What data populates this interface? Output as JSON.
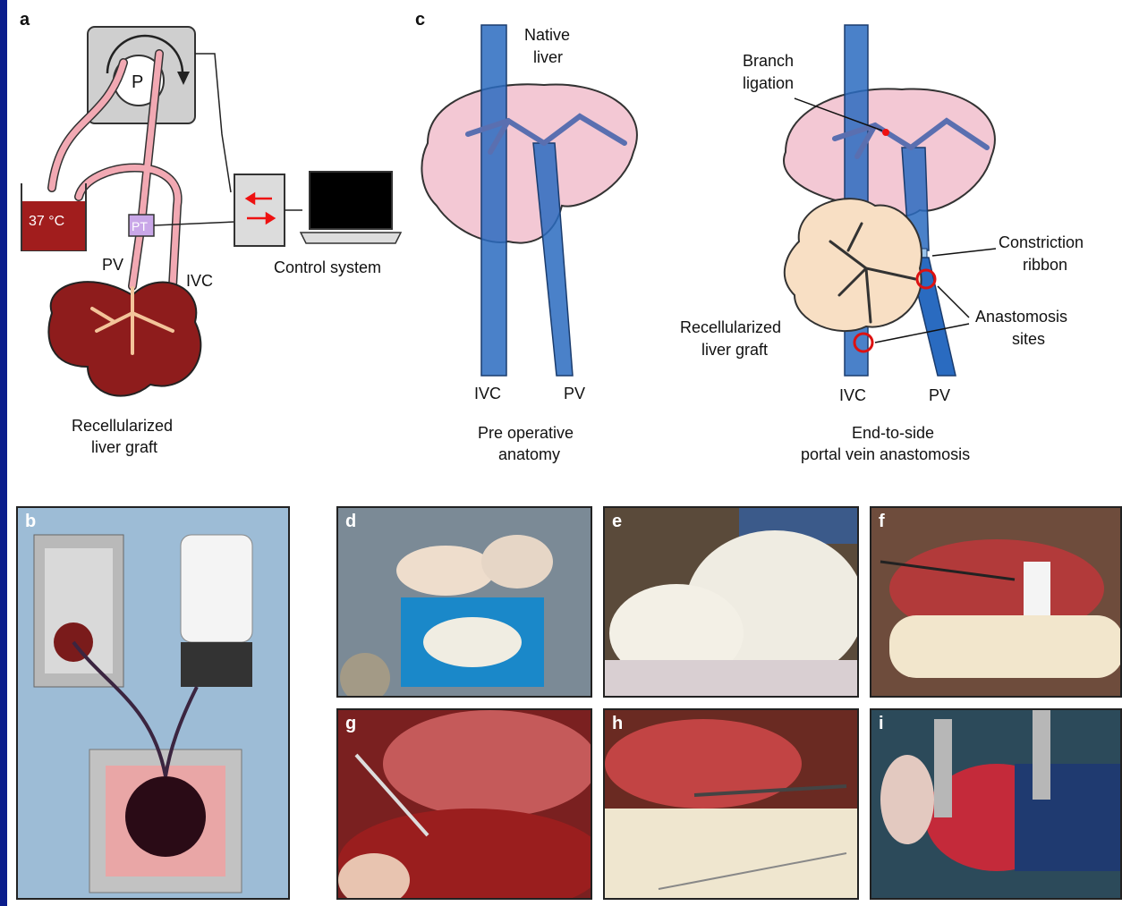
{
  "panel_a": {
    "letter": "a",
    "pump": "P",
    "bath_temp": "37 °C",
    "pressure_transducer": "PT",
    "pv": "PV",
    "ivc": "IVC",
    "control": "Control system",
    "graft_line1": "Recellularized",
    "graft_line2": "liver graft"
  },
  "panel_c": {
    "letter": "c",
    "native_line1": "Native",
    "native_line2": "liver",
    "left_ivc": "IVC",
    "left_pv": "PV",
    "left_cap_line1": "Pre operative",
    "left_cap_line2": "anatomy",
    "branch_line1": "Branch",
    "branch_line2": "ligation",
    "constriction_line1": "Constriction",
    "constriction_line2": "ribbon",
    "anastomosis_line1": "Anastomosis",
    "anastomosis_line2": "sites",
    "graft_line1": "Recellularized",
    "graft_line2": "liver graft",
    "right_ivc": "IVC",
    "right_pv": "PV",
    "right_cap_line1": "End-to-side",
    "right_cap_line2": "portal vein anastomosis"
  },
  "photos": {
    "b": "b",
    "d": "d",
    "e": "e",
    "f": "f",
    "g": "g",
    "h": "h",
    "i": "i"
  },
  "colors": {
    "background": "#0b1d8c",
    "vessel_blue": "#2a6bc0",
    "liver_pink": "#f3c8d4",
    "graft_dark_red": "#8e1c1c",
    "graft_tan": "#f8dfc4",
    "tubing_pink": "#f2a9b3"
  }
}
